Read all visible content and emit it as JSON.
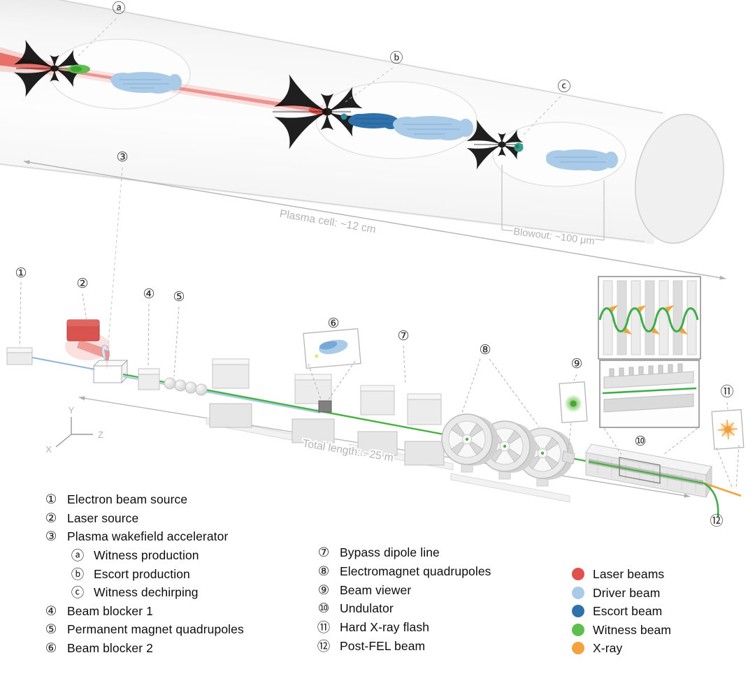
{
  "figure": {
    "top": {
      "marker_a": "ⓐ",
      "marker_b": "ⓑ",
      "marker_c": "ⓒ",
      "marker_3": "③",
      "plasma_cell_label": "Plasma cell: ~12 cm",
      "blowout_label": "Blowout: ~100 μm"
    },
    "beamline": {
      "marker_1": "①",
      "marker_2": "②",
      "marker_4": "④",
      "marker_5": "⑤",
      "marker_6": "⑥",
      "marker_7": "⑦",
      "marker_8": "⑧",
      "marker_9": "⑨",
      "marker_10": "⑩",
      "marker_11": "⑪",
      "marker_12": "⑫",
      "total_length_label": "Total length: ~25 m",
      "axes": {
        "x": "X",
        "y": "Y",
        "z": "Z"
      }
    }
  },
  "legend": {
    "col1": [
      {
        "num": "①",
        "label": "Electron beam source"
      },
      {
        "num": "②",
        "label": "Laser source"
      },
      {
        "num": "③",
        "label": "Plasma wakefield accelerator"
      },
      {
        "num": "ⓐ",
        "label": "Witness production"
      },
      {
        "num": "ⓑ",
        "label": "Escort production"
      },
      {
        "num": "ⓒ",
        "label": "Witness dechirping"
      },
      {
        "num": "④",
        "label": "Beam blocker 1"
      },
      {
        "num": "⑤",
        "label": "Permanent magnet quadrupoles"
      },
      {
        "num": "⑥",
        "label": "Beam blocker 2"
      }
    ],
    "col2": [
      {
        "num": "⑦",
        "label": "Bypass dipole line"
      },
      {
        "num": "⑧",
        "label": "Electromagnet quadrupoles"
      },
      {
        "num": "⑨",
        "label": "Beam viewer"
      },
      {
        "num": "⑩",
        "label": "Undulator"
      },
      {
        "num": "⑪",
        "label": "Hard X-ray flash"
      },
      {
        "num": "⑫",
        "label": "Post-FEL beam"
      }
    ],
    "beams": [
      {
        "label": "Laser beams",
        "color": "#e0514e"
      },
      {
        "label": "Driver beam",
        "color": "#a9cbe8"
      },
      {
        "label": "Escort beam",
        "color": "#2f72ab"
      },
      {
        "label": "Witness beam",
        "color": "#5fbf4e"
      },
      {
        "label": "X-ray",
        "color": "#f2a23e"
      }
    ]
  }
}
